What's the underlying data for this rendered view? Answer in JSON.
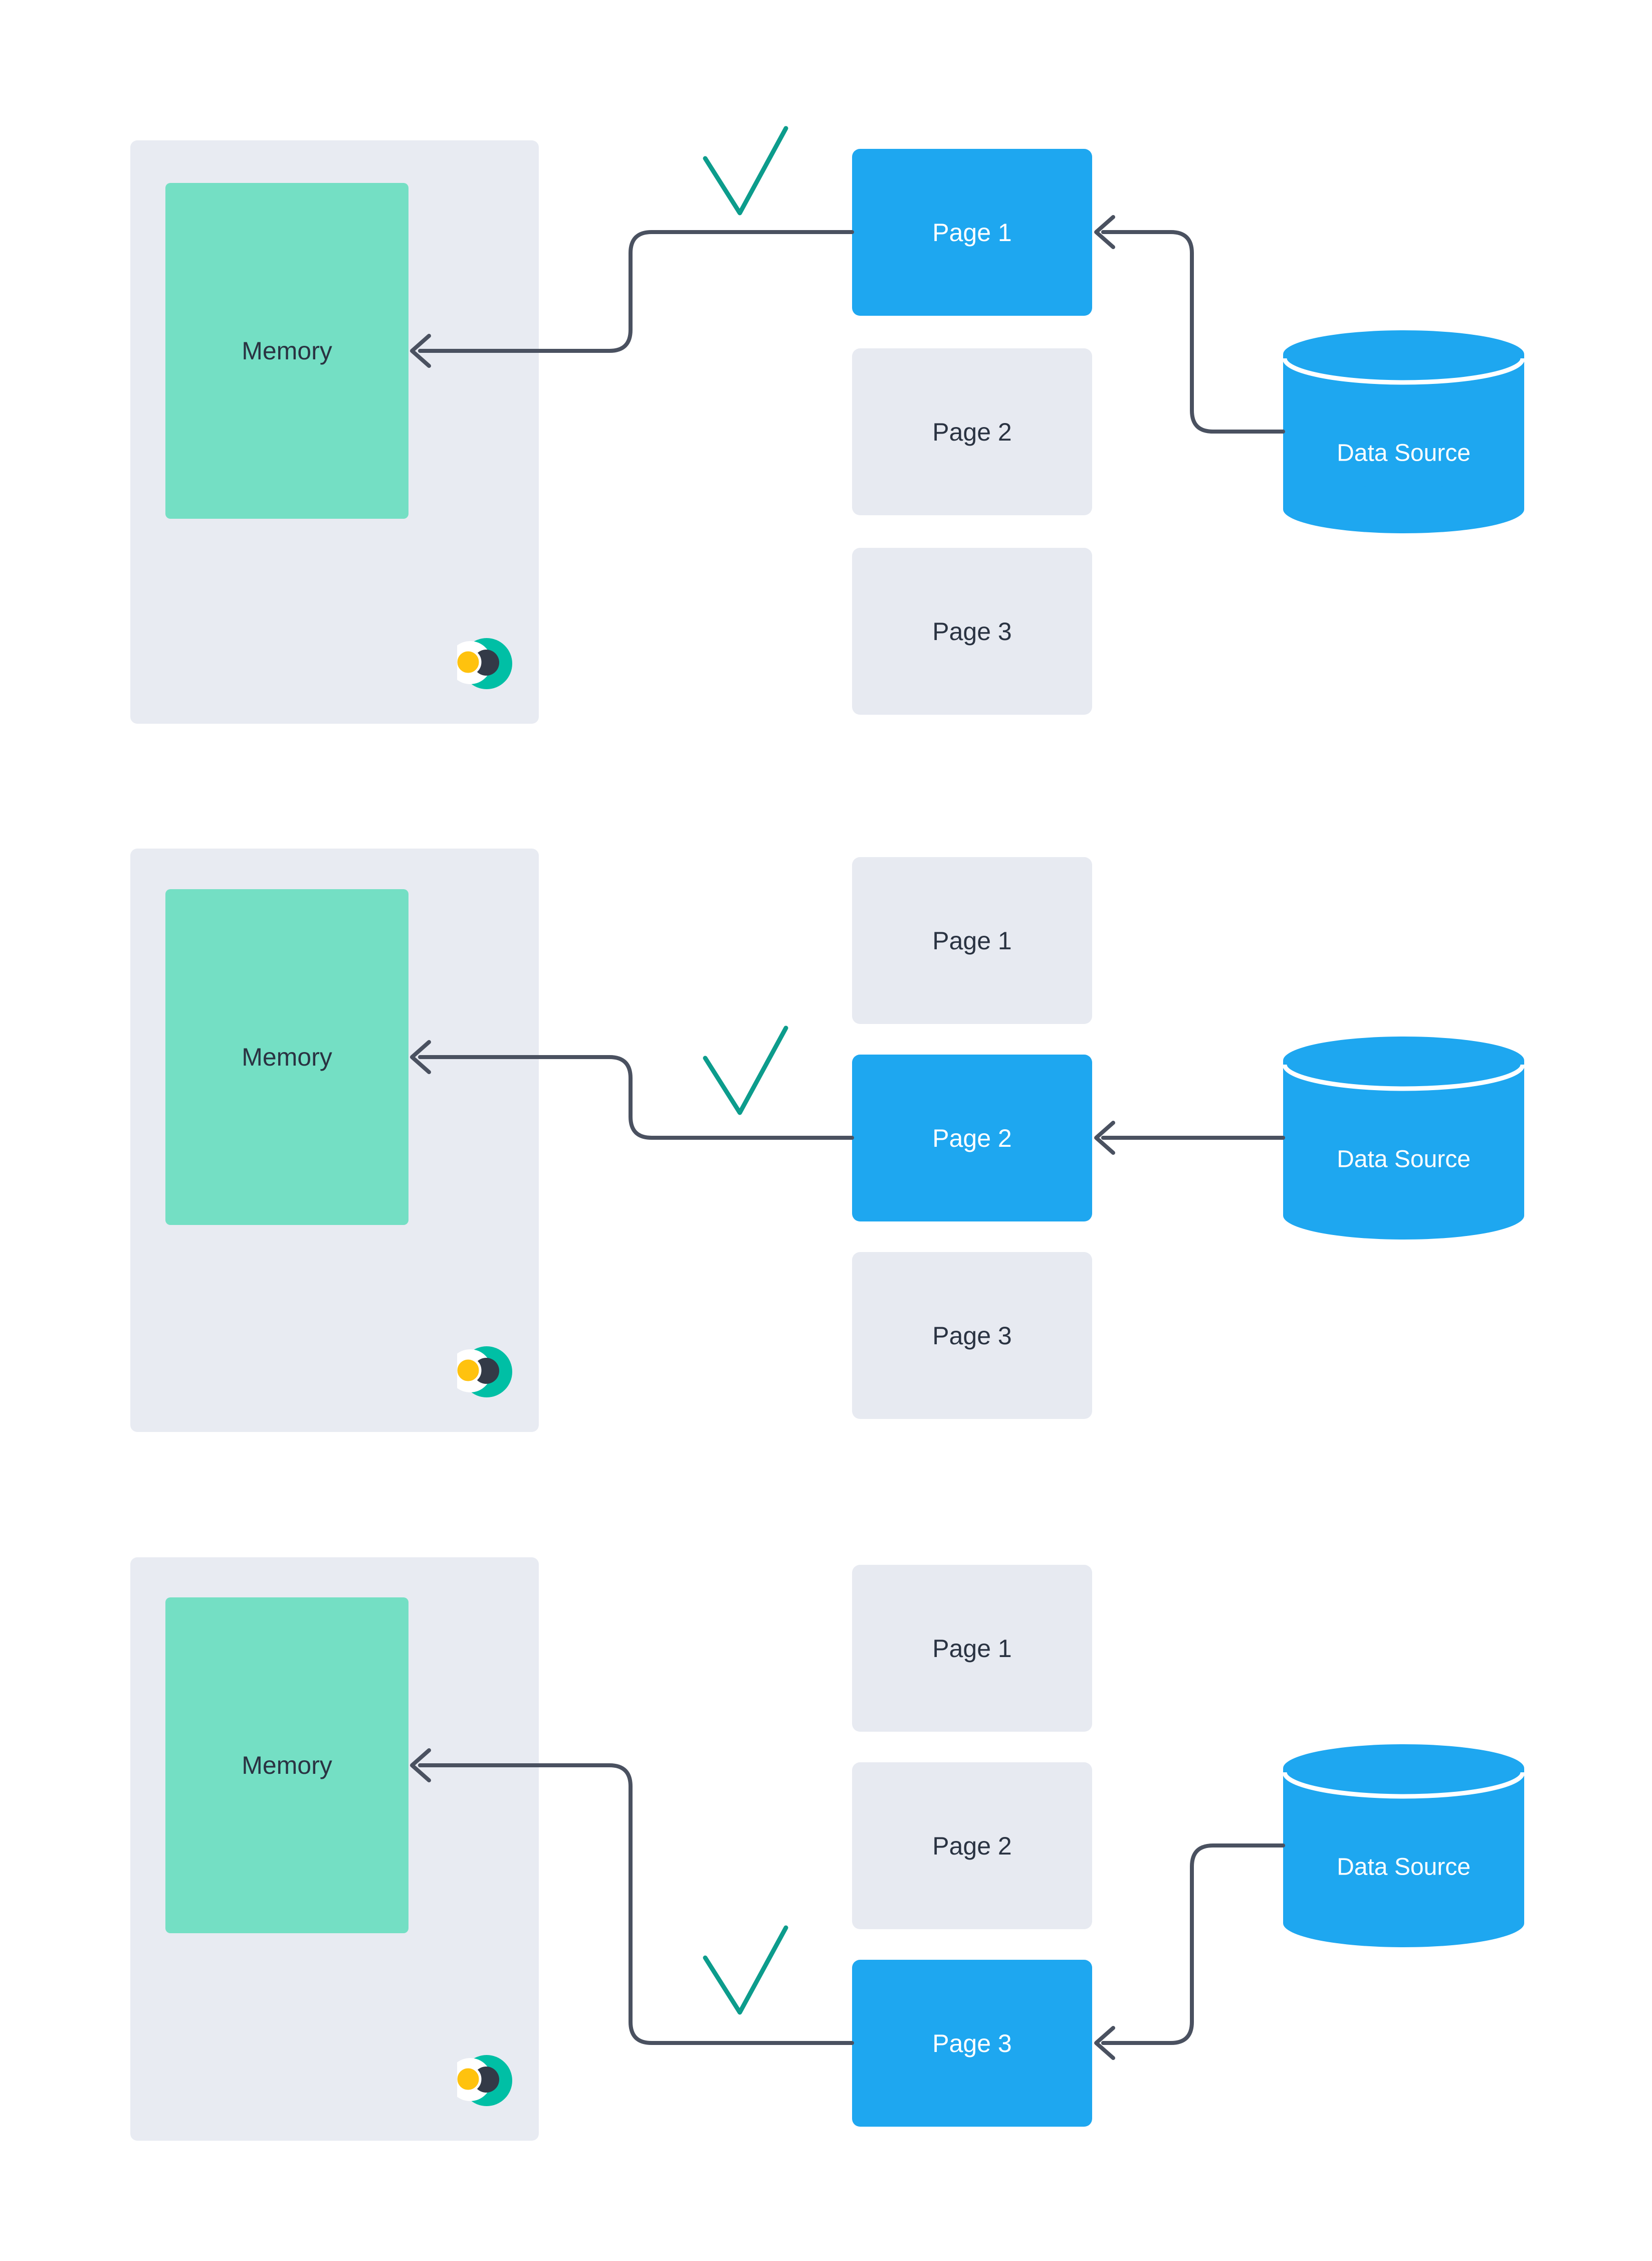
{
  "colors": {
    "canvas_bg": "#FFFFFF",
    "panel_bg": "#E8EBF2",
    "page_inactive_bg": "#E7EAF1",
    "page_active_bg": "#1EA7F0",
    "memory_bg": "#74DFC4",
    "datasource_bg": "#1EA7F0",
    "arrow": "#4A5160",
    "check": "#0C9C8C",
    "text_dark": "#2A3342",
    "text_light": "#FFFFFF",
    "logo_teal": "#00BFA5",
    "logo_dark": "#333A47",
    "logo_yellow": "#FFC20E"
  },
  "rows": [
    {
      "memory_label": "Memory",
      "datasource_label": "Data Source",
      "loaded_page": "Page 1",
      "pages": [
        {
          "label": "Page 1",
          "active": true
        },
        {
          "label": "Page 2",
          "active": false
        },
        {
          "label": "Page 3",
          "active": false
        }
      ]
    },
    {
      "memory_label": "Memory",
      "datasource_label": "Data Source",
      "loaded_page": "Page 2",
      "pages": [
        {
          "label": "Page 1",
          "active": false
        },
        {
          "label": "Page 2",
          "active": true
        },
        {
          "label": "Page 3",
          "active": false
        }
      ]
    },
    {
      "memory_label": "Memory",
      "datasource_label": "Data Source",
      "loaded_page": "Page 3",
      "pages": [
        {
          "label": "Page 1",
          "active": false
        },
        {
          "label": "Page 2",
          "active": false
        },
        {
          "label": "Page 3",
          "active": true
        }
      ]
    }
  ]
}
